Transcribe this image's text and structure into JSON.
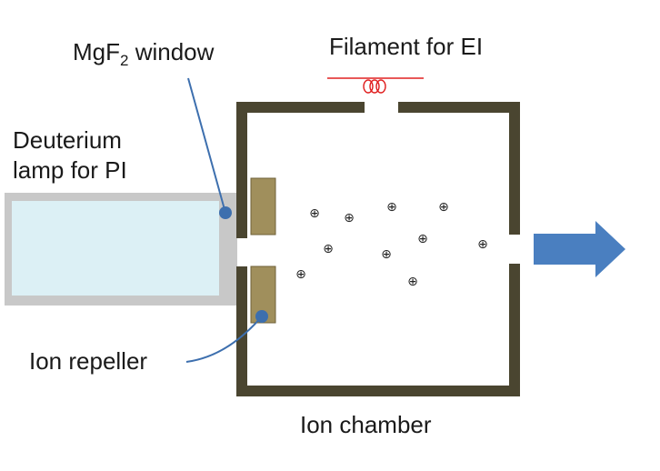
{
  "labels": {
    "filament": "Filament for EI",
    "mgf2_prefix": "MgF",
    "mgf2_subscript": "2",
    "mgf2_suffix": " window",
    "deuterium_line1": "Deuterium",
    "deuterium_line2": "lamp for PI",
    "ion_repeller": "Ion repeller",
    "ion_chamber": "Ion chamber"
  },
  "ion_symbol": "⊕",
  "icons": {
    "filament": "coil-icon",
    "output": "arrow-right-icon"
  },
  "colors": {
    "chamber_wall": "#4a4530",
    "repeller": "#a08f5c",
    "lamp_body": "#c8c8c8",
    "lamp_window": "#dcf0f5",
    "leader_line": "#3d6fae",
    "filament": "#e02020",
    "arrow": "#4a7fc0"
  }
}
